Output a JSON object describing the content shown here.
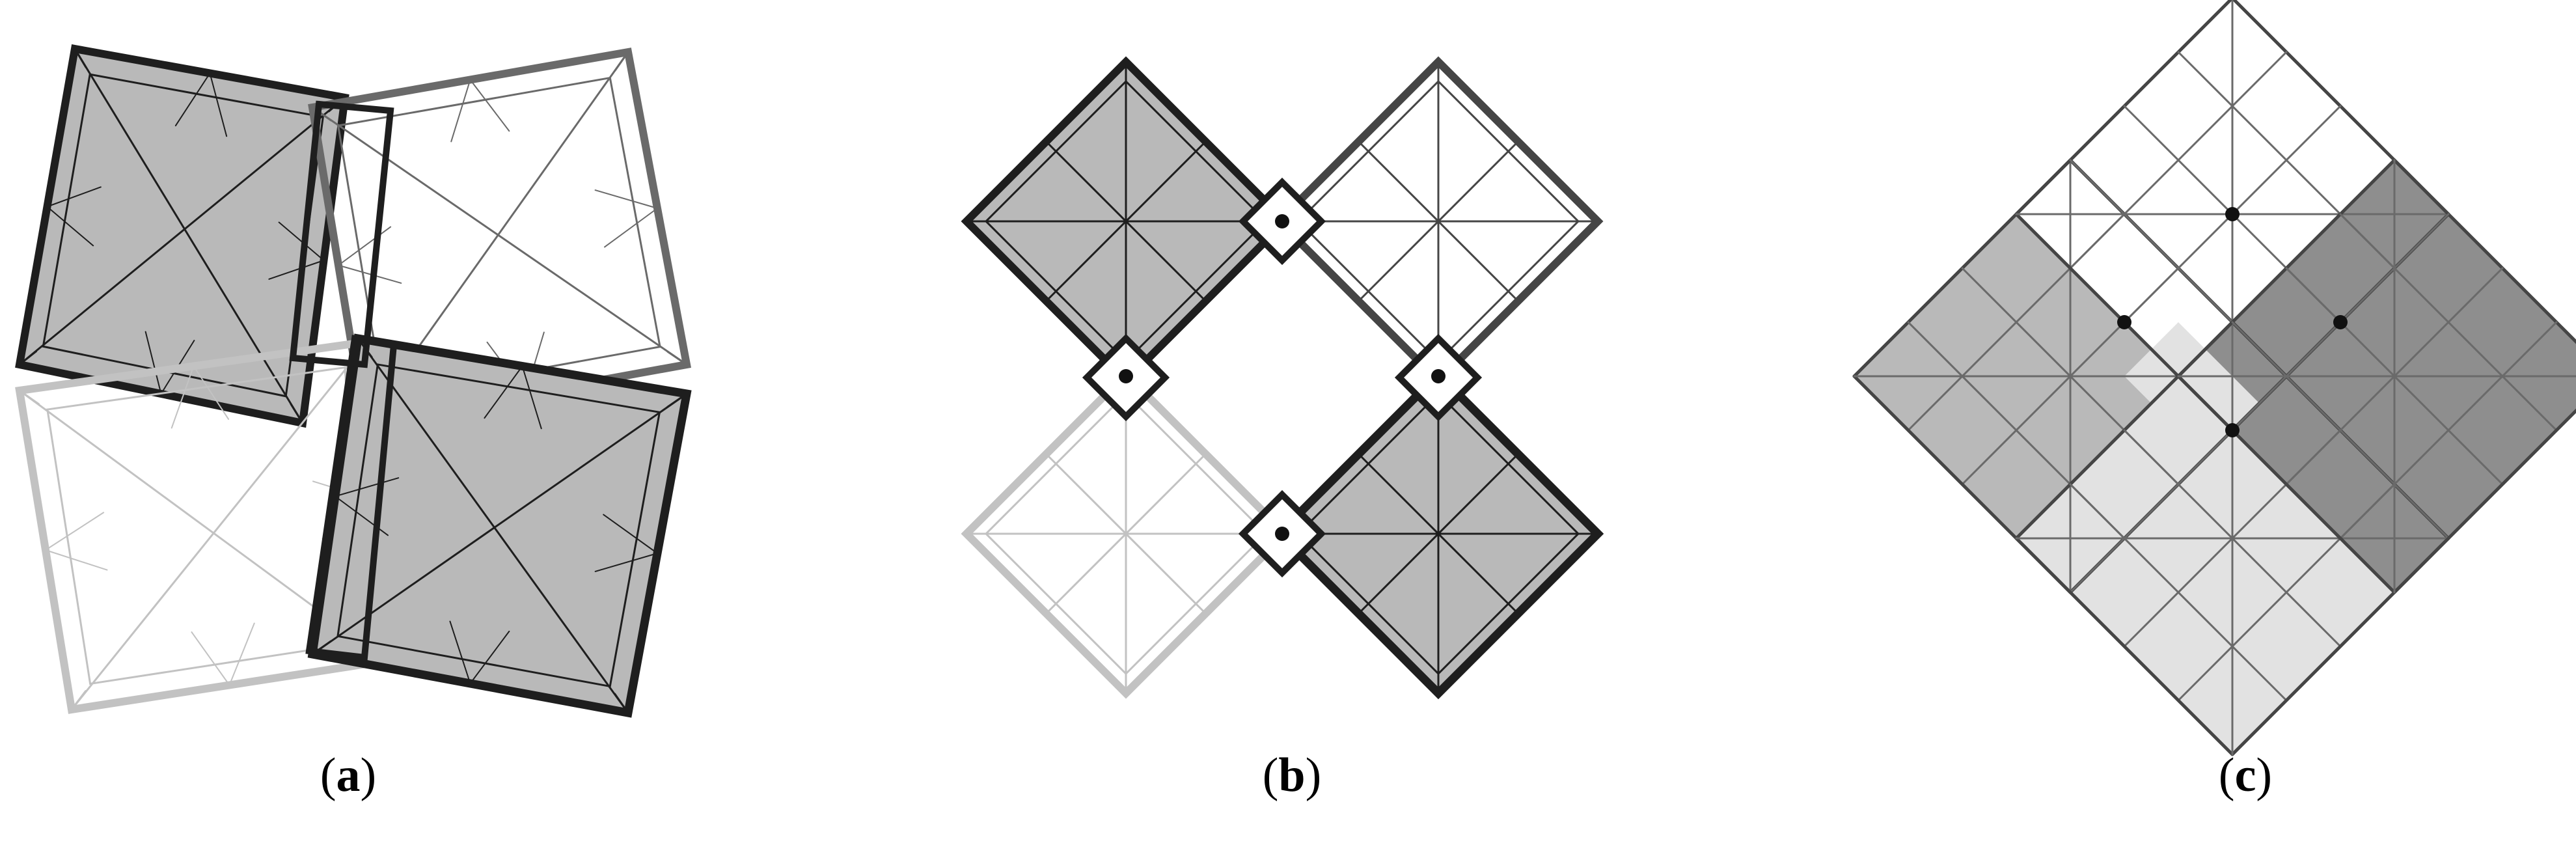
{
  "panels": [
    {
      "id": "a",
      "caption": {
        "open": "(",
        "letter": "a",
        "close": ")"
      }
    },
    {
      "id": "b",
      "caption": {
        "open": "(",
        "letter": "b",
        "close": ")"
      }
    },
    {
      "id": "c",
      "caption": {
        "open": "(",
        "letter": "c",
        "close": ")"
      }
    }
  ],
  "colors": {
    "fill_gray": "#b9b9b9",
    "fill_light": "#e2e2e2",
    "fill_dark": "#8e8e8e",
    "stroke_black": "#1e1e1e",
    "stroke_dark": "#454545",
    "stroke_mid": "#6a6a6a",
    "stroke_light": "#c2c2c2"
  }
}
